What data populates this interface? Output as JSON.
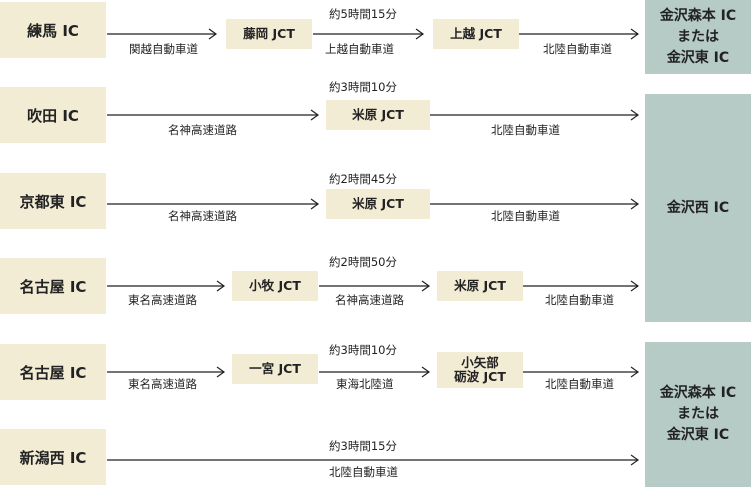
{
  "destinations": {
    "top": {
      "line1": "金沢森本 IC",
      "line2": "または",
      "line3": "金沢東 IC"
    },
    "middle": {
      "line1": "金沢西 IC"
    },
    "bottom": {
      "line1": "金沢森本 IC",
      "line2": "または",
      "line3": "金沢東 IC"
    }
  },
  "routes": [
    {
      "origin": "練馬 IC",
      "time": "約5時間15分",
      "jct1": "藤岡 JCT",
      "jct2": "上越 JCT",
      "road1": "関越自動車道",
      "road2": "上越自動車道",
      "road3": "北陸自動車道"
    },
    {
      "origin": "吹田 IC",
      "time": "約3時間10分",
      "jct1": "米原 JCT",
      "road1": "名神高速道路",
      "road2": "北陸自動車道"
    },
    {
      "origin": "京都東 IC",
      "time": "約2時間45分",
      "jct1": "米原 JCT",
      "road1": "名神高速道路",
      "road2": "北陸自動車道"
    },
    {
      "origin": "名古屋 IC",
      "time": "約2時間50分",
      "jct1": "小牧 JCT",
      "jct2": "米原 JCT",
      "road1": "東名高速道路",
      "road2": "名神高速道路",
      "road3": "北陸自動車道"
    },
    {
      "origin": "名古屋 IC",
      "time": "約3時間10分",
      "jct1": "一宮 JCT",
      "jct2_line1": "小矢部",
      "jct2_line2": "砺波 JCT",
      "road1": "東名高速道路",
      "road2": "東海北陸道",
      "road3": "北陸自動車道"
    },
    {
      "origin": "新潟西 IC",
      "time": "約3時間15分",
      "road1": "北陸自動車道"
    }
  ]
}
